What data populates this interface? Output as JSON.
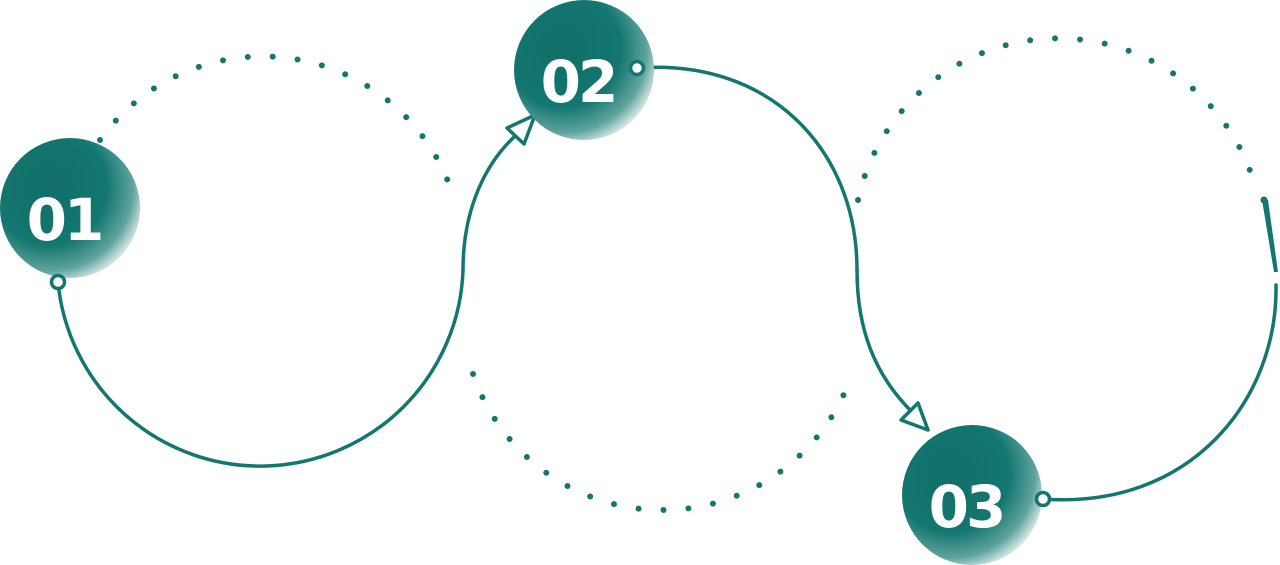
{
  "colors": {
    "accent": "#137670",
    "accent_dark": "#0f655f"
  },
  "steps": [
    {
      "label": "01"
    },
    {
      "label": "02"
    },
    {
      "label": "03"
    }
  ]
}
